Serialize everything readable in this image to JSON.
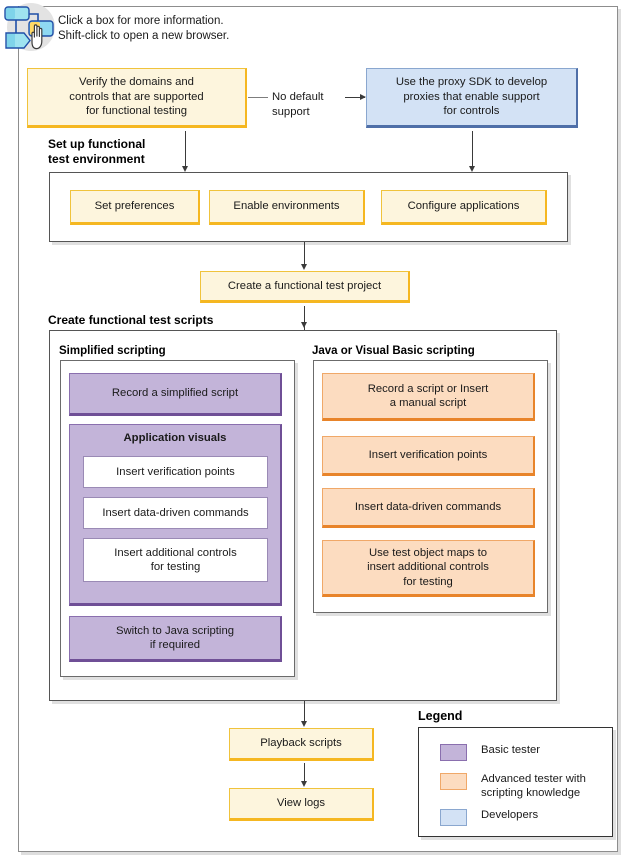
{
  "header": {
    "icon": "flowchart-hand-pointer-icon",
    "instruction_line1": "Click a box for more information.",
    "instruction_line2": "Shift-click to open a new browser."
  },
  "nodes": {
    "verify_domains": "Verify the domains and\ncontrols that are supported\nfor functional testing",
    "proxy_sdk": "Use the proxy SDK to develop\nproxies that enable support\nfor controls",
    "set_preferences": "Set preferences",
    "enable_environments": "Enable environments",
    "configure_applications": "Configure applications",
    "create_project": "Create a functional test project",
    "record_simplified": "Record a simplified script",
    "application_visuals": "Application visuals",
    "insert_vp_simplified": "Insert verification points",
    "insert_ddc_simplified": "Insert data-driven commands",
    "insert_controls_simplified": "Insert additional controls\nfor testing",
    "switch_java": "Switch to Java scripting\nif required",
    "record_or_insert": "Record a script or Insert\na manual script",
    "insert_vp_java": "Insert verification points",
    "insert_ddc_java": "Insert data-driven commands",
    "test_object_maps": "Use test object maps to\ninsert additional controls\nfor testing",
    "playback_scripts": "Playback scripts",
    "view_logs": "View logs"
  },
  "groups": {
    "setup_env_title": "Set up functional\ntest environment",
    "create_scripts_title": "Create functional test scripts",
    "simplified_scripting_title": "Simplified scripting",
    "java_vb_scripting_title": "Java or Visual Basic scripting"
  },
  "edges": {
    "no_default_support": "No default\nsupport"
  },
  "legend": {
    "title": "Legend",
    "items": [
      {
        "swatch": "purple",
        "label": "Basic tester",
        "color": "#c3b4d9"
      },
      {
        "swatch": "orange",
        "label": "Advanced tester with\nscripting knowledge",
        "color": "#fcdcc0"
      },
      {
        "swatch": "blue",
        "label": "Developers",
        "color": "#d3e2f5"
      }
    ]
  },
  "colors": {
    "yellow_fill": "#fdf5dd",
    "yellow_border": "#f5b721",
    "blue_fill": "#d3e2f5",
    "blue_border": "#4f6fa8",
    "purple_fill": "#c3b4d9",
    "purple_border": "#6f4f96",
    "orange_fill": "#fcdcc0",
    "orange_border": "#e8842a",
    "frame_border": "#8d8d8d"
  }
}
